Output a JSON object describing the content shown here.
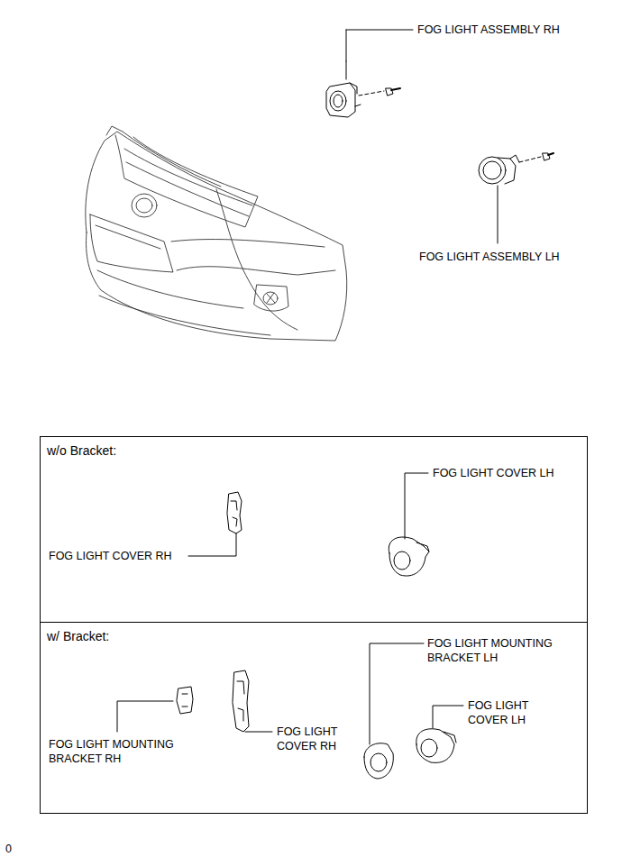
{
  "diagram": {
    "nodes": [
      {
        "text": [
          "w/o Bracket:"
        ]
      },
      {
        "text": [
          "w/ Bracket:"
        ]
      }
    ],
    "labels": [
      "FOG LIGHT ASSEMBLY RH",
      "FOG LIGHT ASSEMBLY LH",
      "FOG LIGHT COVER LH",
      "FOG LIGHT COVER RH",
      "FOG LIGHT MOUNTING BRACKET LH",
      "FOG LIGHT MOUNTING BRACKET RH",
      "FOG LIGHT COVER RH",
      "FOG LIGHT COVER LH",
      "0"
    ]
  }
}
